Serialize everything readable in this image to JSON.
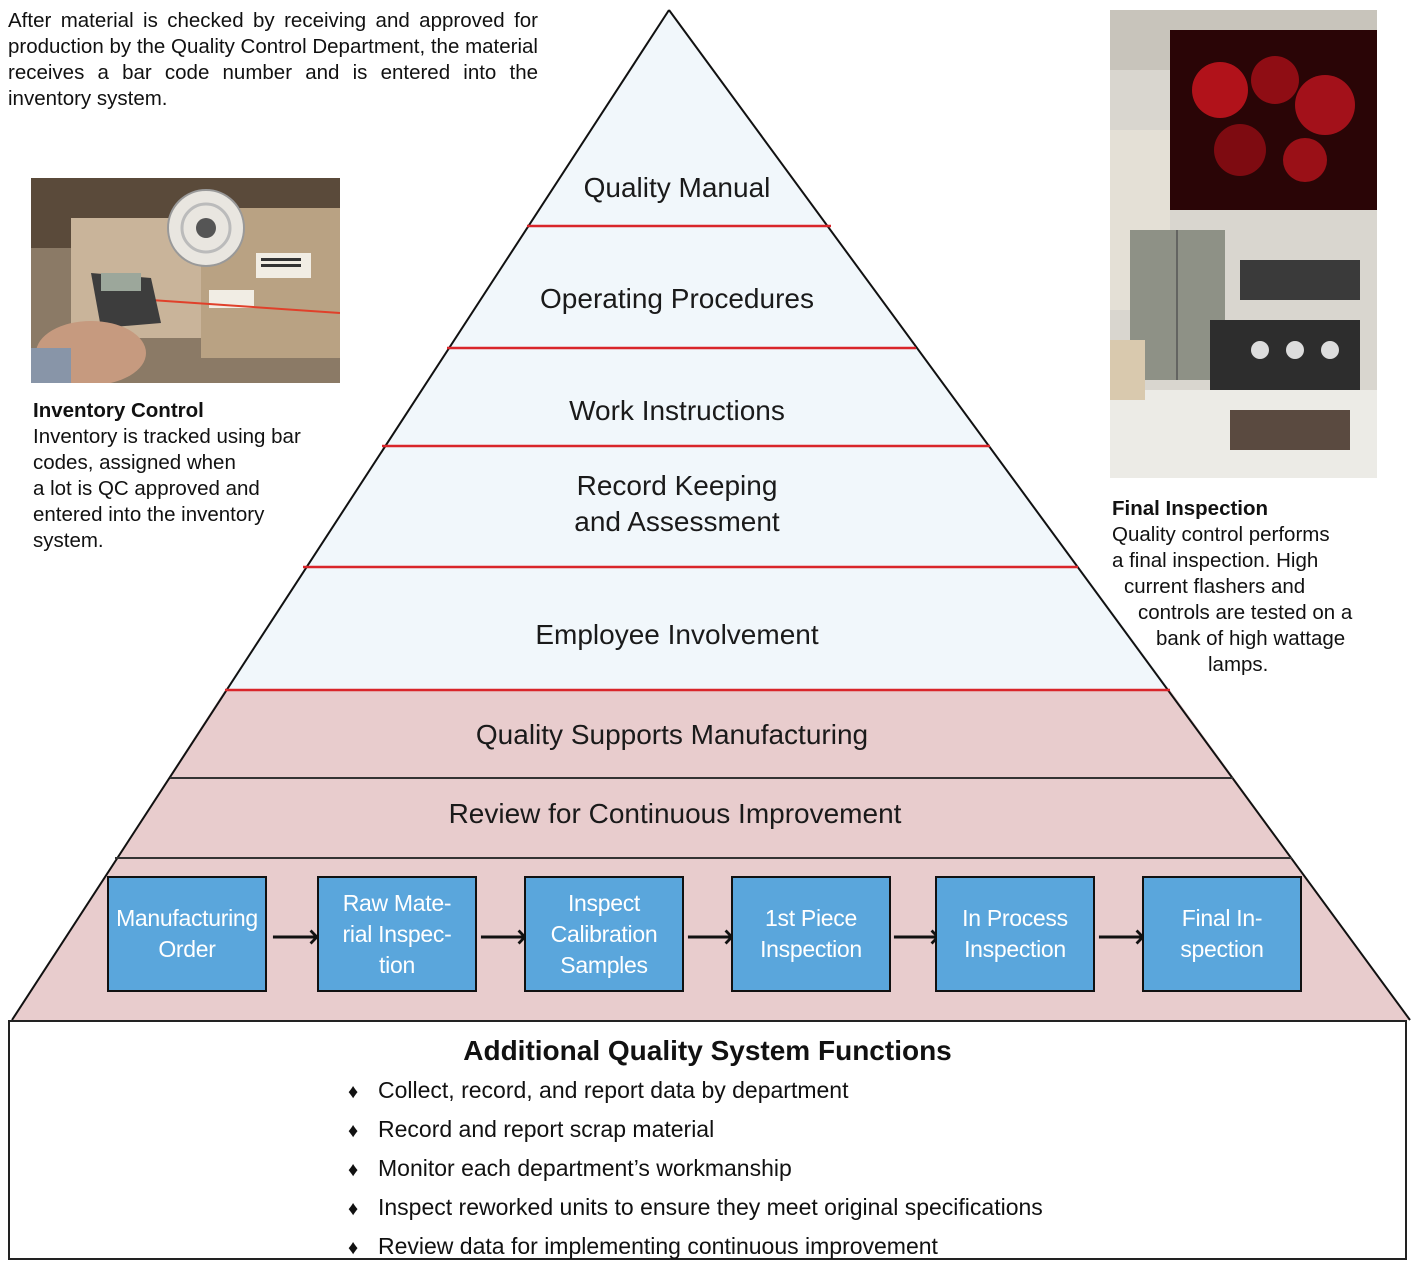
{
  "intro_text": "After material is checked by receiving and approved for production by the Quality Control Department, the material receives a bar code number and is entered into the inventory system.",
  "pyramid": {
    "layers": [
      {
        "label": "Quality Manual"
      },
      {
        "label": "Operating Procedures"
      },
      {
        "label": "Work Instructions"
      },
      {
        "label": "Record Keeping\nand Assessment"
      },
      {
        "label": "Employee Involvement"
      },
      {
        "label": "Quality Supports Manufacturing"
      },
      {
        "label": "Review for Continuous Improvement"
      }
    ],
    "colors": {
      "upper_fill": "#f1f7fb",
      "lower_fill": "#e8cccd",
      "divider_red": "#d9252a",
      "divider_dark": "#333333",
      "outline": "#111111"
    }
  },
  "process_flow": [
    {
      "label": "Manufacturing\nOrder"
    },
    {
      "label": "Raw Mate-\nrial Inspec-\ntion"
    },
    {
      "label": "Inspect\nCalibration\nSamples"
    },
    {
      "label": "1st Piece\nInspection"
    },
    {
      "label": "In Process\nInspection"
    },
    {
      "label": "Final In-\nspection"
    }
  ],
  "flow_box_color": "#5aa6dc",
  "arrow_glyph": "⟶",
  "inventory": {
    "title": "Inventory Control",
    "lines": [
      "Inventory is tracked using bar",
      "codes, assigned when",
      "a lot is QC approved and",
      "entered into the inventory",
      "system."
    ]
  },
  "final_inspection": {
    "title": "Final Inspection",
    "lines": [
      "Quality control performs",
      "a final inspection. High",
      "current flashers  and",
      "controls are tested on a",
      "bank of high wattage",
      "lamps."
    ]
  },
  "additional": {
    "title": "Additional Quality System Functions",
    "bullet_glyph": "♦",
    "items": [
      "Collect, record, and report data by department",
      "Record and report scrap material",
      "Monitor each department’s workmanship",
      "Inspect reworked units to ensure they meet original specifications",
      "Review data for implementing continuous improvement"
    ]
  }
}
